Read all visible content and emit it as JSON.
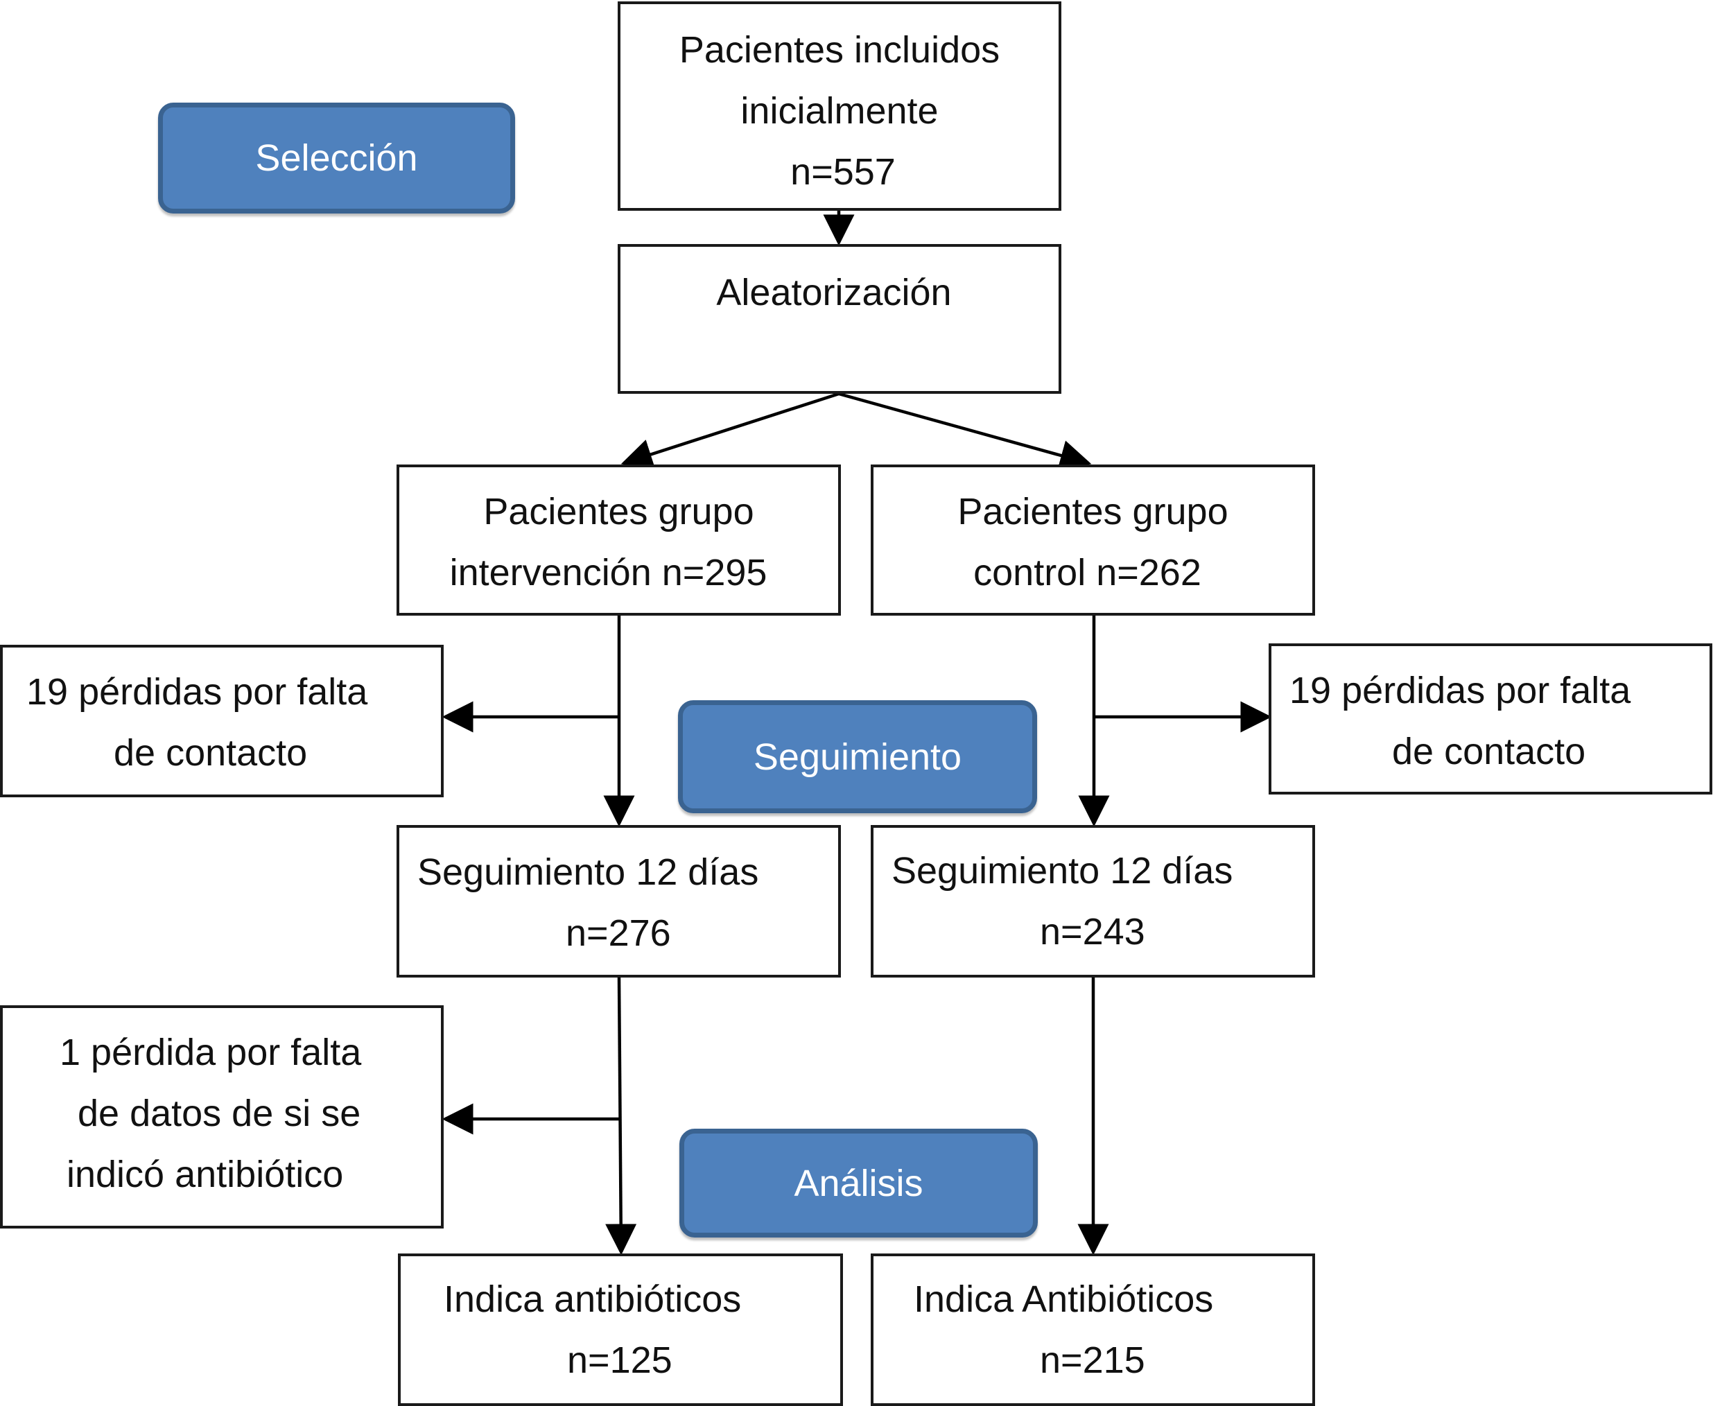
{
  "stages": {
    "seleccion": "Selección",
    "seguimiento": "Seguimiento",
    "analisis": "Análisis"
  },
  "nodes": {
    "incluidos": [
      "Pacientes incluidos",
      "inicialmente",
      "n=557"
    ],
    "aleatorizacion": [
      "Aleatorización"
    ],
    "intervencion": [
      "Pacientes grupo",
      "intervención n=295"
    ],
    "control": [
      "Pacientes grupo",
      "control n=262"
    ],
    "perdidas_izq": [
      "19 pérdidas por falta",
      "de contacto"
    ],
    "perdidas_der": [
      "19 pérdidas por falta",
      "de contacto"
    ],
    "seguimiento_izq": [
      "Seguimiento 12 días",
      "n=276"
    ],
    "seguimiento_der": [
      "Seguimiento 12 días",
      "n=243"
    ],
    "perdida_datos": [
      "1 pérdida por falta",
      "de datos de si se",
      "indicó antibiótico"
    ],
    "antibioticos_izq": [
      "Indica antibióticos",
      "n=125"
    ],
    "antibioticos_der": [
      "Indica Antibióticos",
      "n=215"
    ]
  }
}
